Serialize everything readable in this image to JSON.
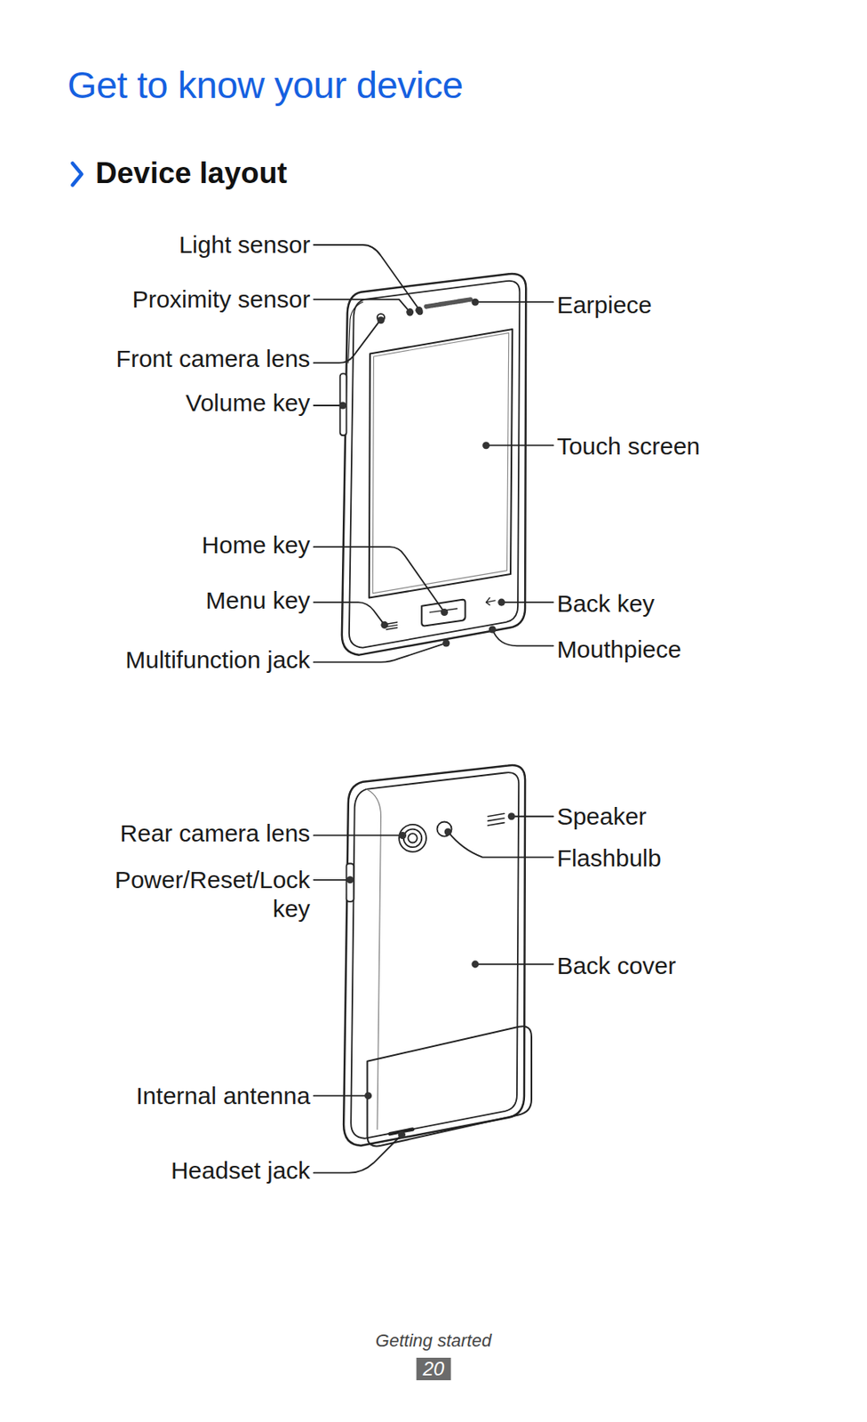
{
  "diagram": {
    "title": "Get to know your device",
    "labels": [
      "Device layout",
      "Light sensor",
      "Proximity sensor",
      "Front camera lens",
      "Volume key",
      "Home key",
      "Menu key",
      "Multifunction jack",
      "Earpiece",
      "Touch screen",
      "Back key",
      "Mouthpiece",
      "Rear camera lens",
      "Power/Reset/Lock key",
      "Internal antenna",
      "Headset jack",
      "Speaker",
      "Flashbulb",
      "Back cover",
      "Getting started",
      "20"
    ]
  }
}
